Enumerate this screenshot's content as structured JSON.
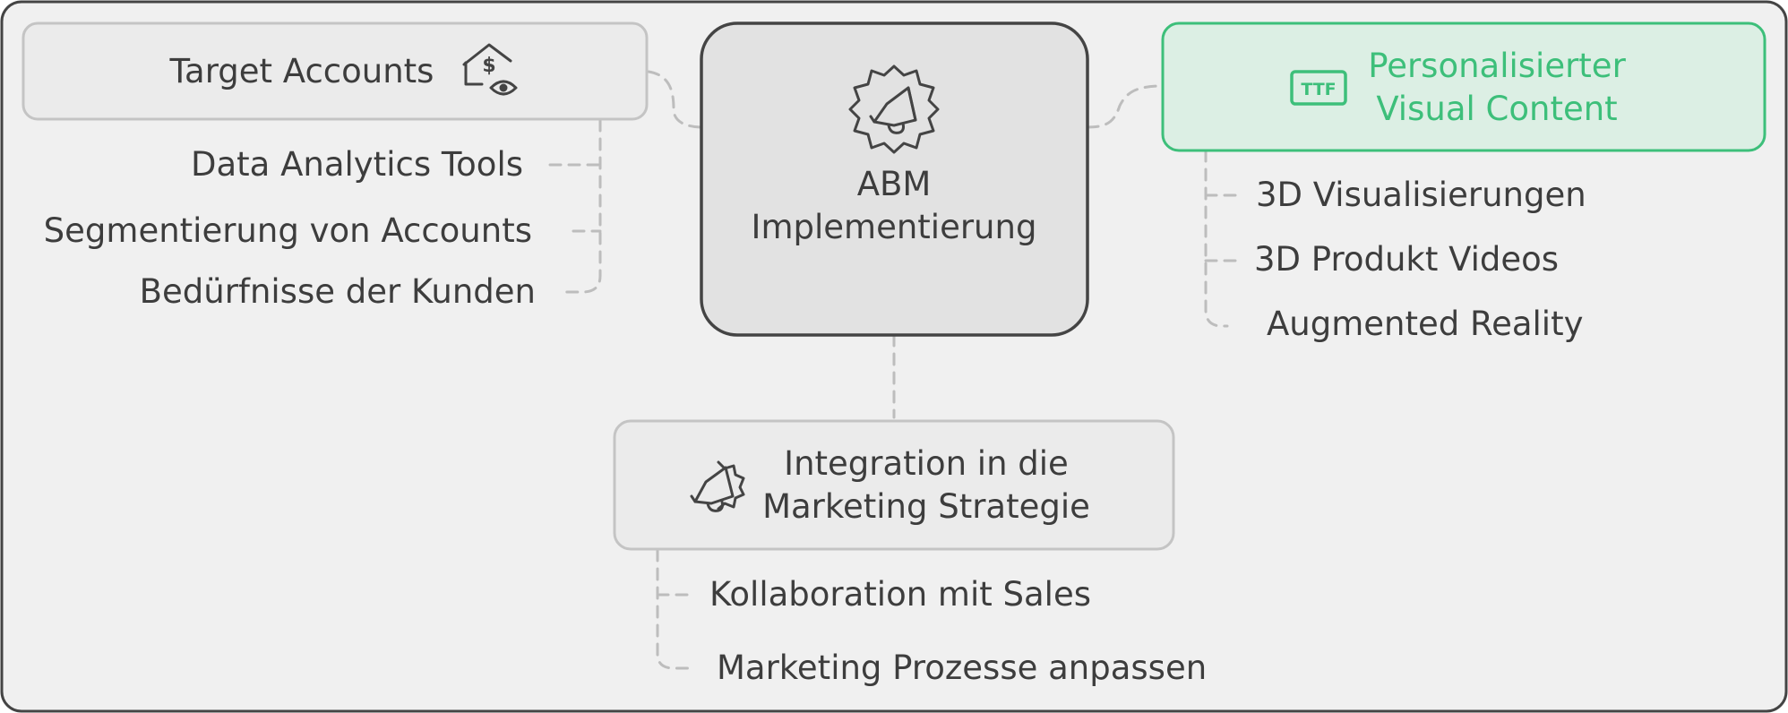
{
  "diagram": {
    "center": {
      "title_line1": "ABM",
      "title_line2": "Implementierung",
      "icon": "megaphone-gear-icon"
    },
    "target_accounts": {
      "label": "Target Accounts",
      "icon": "house-dollar-eye-icon",
      "items": [
        "Data Analytics Tools",
        "Segmentierung von Accounts",
        "Bedürfnisse der Kunden"
      ]
    },
    "visual_content": {
      "label_line1": "Personalisierter",
      "label_line2": "Visual Content",
      "icon": "ttf-font-icon",
      "accent": "#3dbf7a",
      "fill": "#dcefe4",
      "items": [
        "3D Visualisierungen",
        "3D Produkt Videos",
        "Augmented Reality"
      ]
    },
    "marketing": {
      "label_line1": "Integration in die",
      "label_line2": "Marketing Strategie",
      "icon": "megaphone-badge-icon",
      "items": [
        "Kollaboration mit Sales",
        "Marketing Prozesse anpassen"
      ]
    }
  },
  "colors": {
    "background": "#f0f0f0",
    "frame": "#444444",
    "box_fill": "#ebebeb",
    "box_stroke": "#c4c4c4",
    "center_fill": "#e2e2e2",
    "text": "#3d3d3d",
    "connector": "#bdbdbd"
  }
}
